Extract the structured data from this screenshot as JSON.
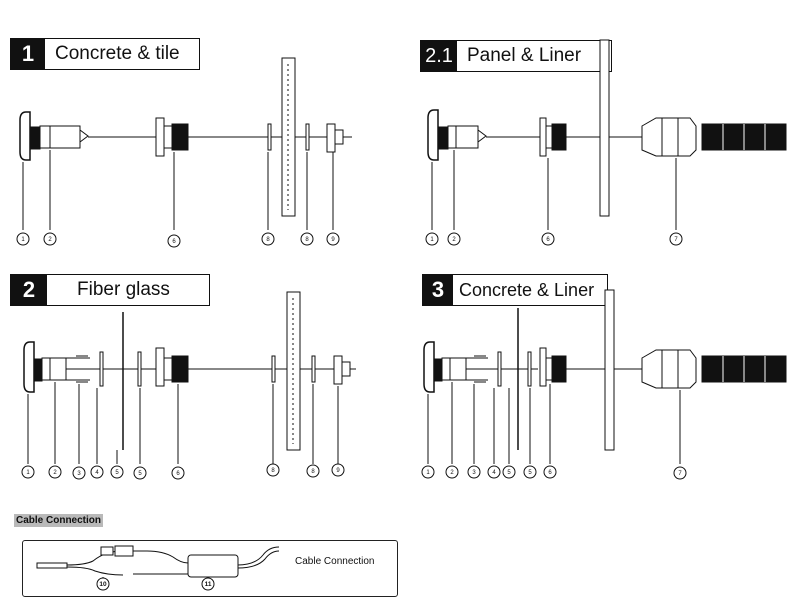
{
  "panels": [
    {
      "num": "1",
      "title": "Concrete & tile",
      "callouts": [
        "1",
        "2",
        "6",
        "8",
        "8",
        "9"
      ]
    },
    {
      "num": "2.1",
      "title": "Panel & Liner",
      "callouts": [
        "1",
        "2",
        "6",
        "7"
      ]
    },
    {
      "num": "2",
      "title": "Fiber glass",
      "callouts": [
        "1",
        "2",
        "3",
        "4",
        "5",
        "5",
        "6",
        "8",
        "8",
        "9"
      ]
    },
    {
      "num": "3",
      "title": "Concrete & Liner",
      "callouts": [
        "1",
        "2",
        "3",
        "4",
        "5",
        "5",
        "6",
        "7"
      ]
    }
  ],
  "cable": {
    "section_label": "Cable Connection",
    "caption": "Cable  Connection",
    "callouts": [
      "10",
      "11"
    ]
  },
  "colors": {
    "ink": "#111111",
    "paper": "#ffffff",
    "label_bg": "#b9b9b9"
  }
}
